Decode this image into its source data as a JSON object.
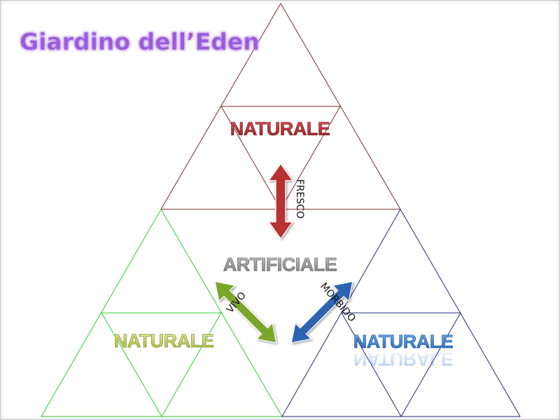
{
  "title": "Giardino dell’Eden",
  "center_label": "ARTIFICIALE",
  "nodes": {
    "top": {
      "label": "NATURALE",
      "color": "#c0272d",
      "line_color": "#7a2a2a"
    },
    "left": {
      "label": "NATURALE",
      "color": "#c9d66a",
      "line_color": "#33cc33"
    },
    "right": {
      "label": "NATURALE",
      "color": "#3d86d6",
      "line_color": "#1f2a7a"
    }
  },
  "arrows": {
    "top": {
      "label": "FRESCO",
      "color": "#b83232"
    },
    "left": {
      "label": "VIVO",
      "color": "#7aa62a"
    },
    "right": {
      "label": "MORBIDO",
      "color": "#2e64b4"
    }
  },
  "colors": {
    "title_fill": "#9a5ad9",
    "title_glow": "#c9a6f0",
    "center_fill": "#9a9a9a",
    "center_stroke": "#6a6a6a"
  }
}
